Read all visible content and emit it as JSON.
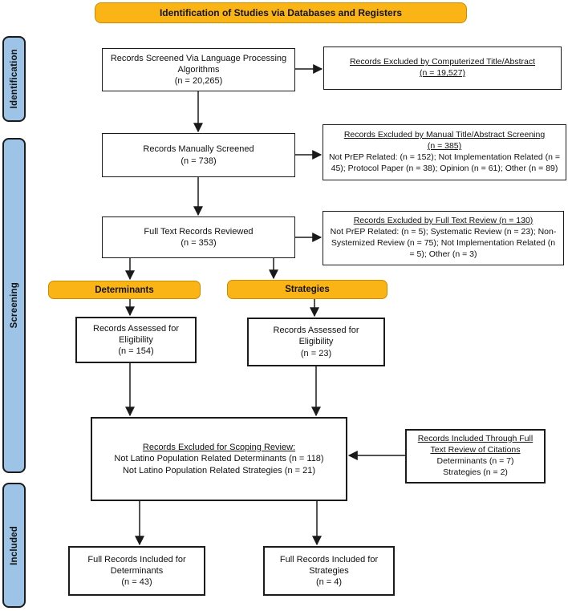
{
  "colors": {
    "accent_gold": "#FBB416",
    "accent_blue": "#9DC3E6",
    "line": "#1a1a1a"
  },
  "banner": {
    "title": "Identification of Studies via Databases and Registers"
  },
  "stages": {
    "identification": "Identification",
    "screening": "Screening",
    "included": "Included"
  },
  "flow": {
    "language_screened": {
      "title": "Records Screened Via Language Processing Algorithms",
      "count": "(n = 20,265)"
    },
    "manual_screened": {
      "title": "Records Manually Screened",
      "count": "(n = 738)"
    },
    "full_text_reviewed": {
      "title": "Full Text Records Reviewed",
      "count": "(n = 353)"
    },
    "determinants_branch": {
      "label": "Determinants"
    },
    "strategies_branch": {
      "label": "Strategies"
    },
    "assessed_determinants": {
      "title": "Records Assessed for Eligibility",
      "count": "(n = 154)"
    },
    "assessed_strategies": {
      "title": "Records Assessed for Eligibility",
      "count": "(n = 23)"
    },
    "scoping_excluded": {
      "heading": "Records Excluded for Scoping Review:",
      "line1": "Not Latino Population Related Determinants (n = 118)",
      "line2": "Not Latino Population Related Strategies (n = 21)"
    },
    "included_determinants": {
      "title": "Full Records Included for Determinants",
      "count": "(n = 43)"
    },
    "included_strategies": {
      "title": "Full Records Included for Strategies",
      "count": "(n = 4)"
    }
  },
  "exclusions": {
    "computerized": {
      "heading": "Records Excluded by Computerized Title/Abstract",
      "count": "(n = 19,527)"
    },
    "manual": {
      "heading": "Records Excluded by Manual Title/Abstract Screening",
      "count": "(n = 385)",
      "body": "Not PrEP Related: (n = 152); Not Implementation Related (n = 45); Protocol Paper (n = 38); Opinion (n = 61); Other (n = 89)"
    },
    "full_text": {
      "heading": "Records Excluded by Full Text Review (n = 130)",
      "body": "Not PrEP Related: (n = 5); Systematic Review (n = 23); Non-Systemized Review (n = 75); Not Implementation Related (n = 5); Other (n = 3)"
    },
    "citations_included": {
      "heading": "Records Included Through Full Text Review of Citations",
      "line1": "Determinants (n = 7)",
      "line2": "Strategies (n = 2)"
    }
  }
}
